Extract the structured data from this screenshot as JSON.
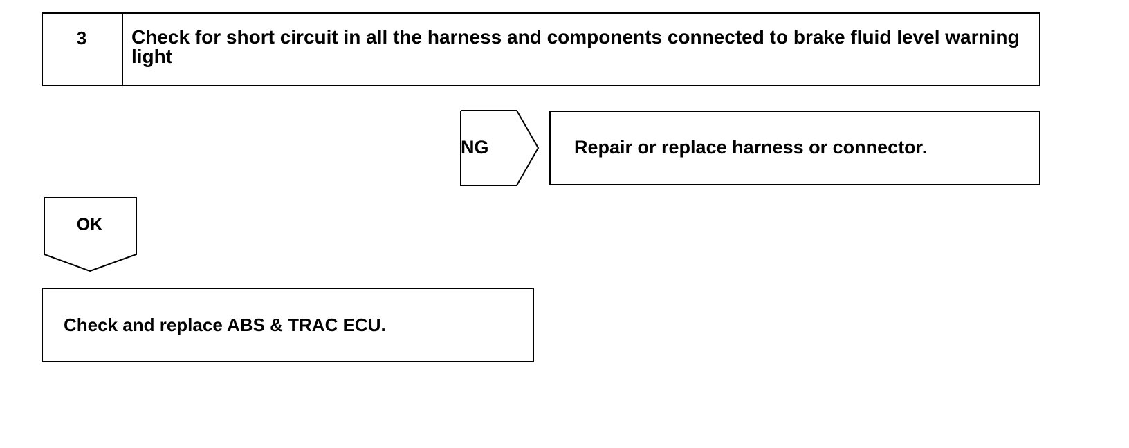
{
  "step": {
    "number": "3",
    "text": "Check for short circuit in all the harness and components connected to brake fluid level warning light"
  },
  "ng_branch": {
    "label": "NG",
    "result": "Repair or replace harness or connector."
  },
  "ok_branch": {
    "label": "OK",
    "result": "Check and replace ABS & TRAC ECU."
  }
}
